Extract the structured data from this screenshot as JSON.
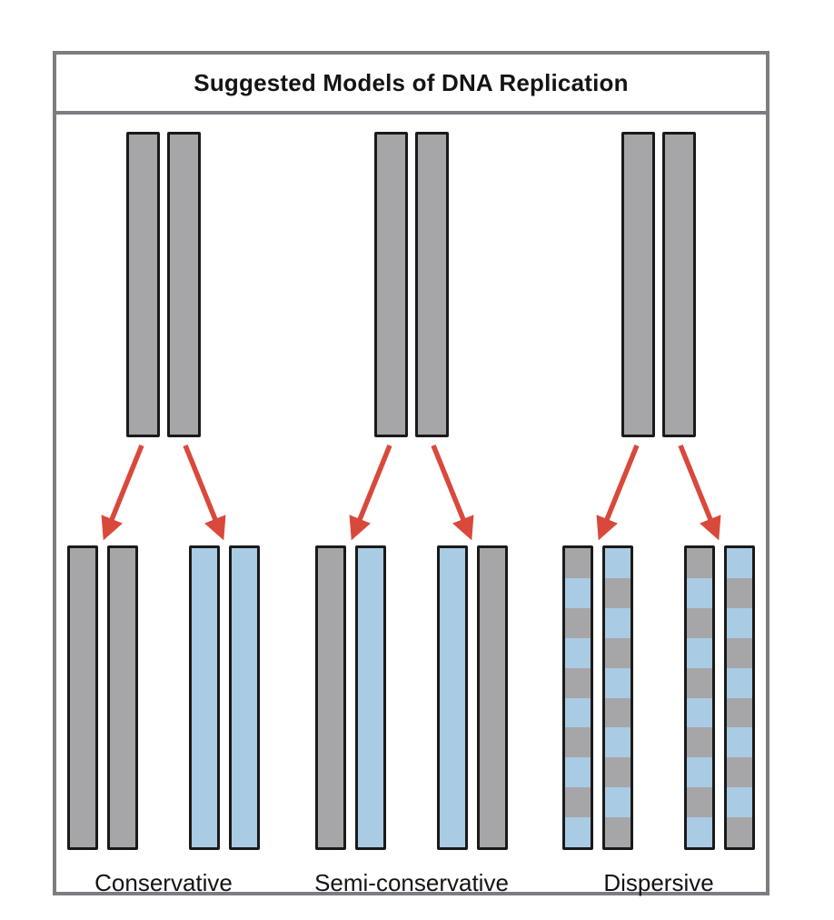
{
  "title": "Suggested Models of DNA Replication",
  "colors": {
    "gray_strand": "#a6a6a9",
    "blue_strand": "#a9cbe3",
    "strand_border": "#1a1a1a",
    "arrow": "#d9493b",
    "frame_border": "#7d7d81",
    "background": "#ffffff",
    "title_text": "#141414"
  },
  "stripe_segments": 10,
  "models": [
    {
      "name": "Conservative",
      "parent_strands": [
        "gray",
        "gray"
      ],
      "daughter_pairs": [
        [
          "gray",
          "gray"
        ],
        [
          "blue",
          "blue"
        ]
      ]
    },
    {
      "name": "Semi-conservative",
      "parent_strands": [
        "gray",
        "gray"
      ],
      "daughter_pairs": [
        [
          "gray",
          "blue"
        ],
        [
          "blue",
          "gray"
        ]
      ]
    },
    {
      "name": "Dispersive",
      "parent_strands": [
        "gray",
        "gray"
      ],
      "daughter_pairs": [
        [
          "striped-gray-first",
          "striped-blue-first"
        ],
        [
          "striped-gray-first",
          "striped-blue-first"
        ]
      ]
    }
  ]
}
